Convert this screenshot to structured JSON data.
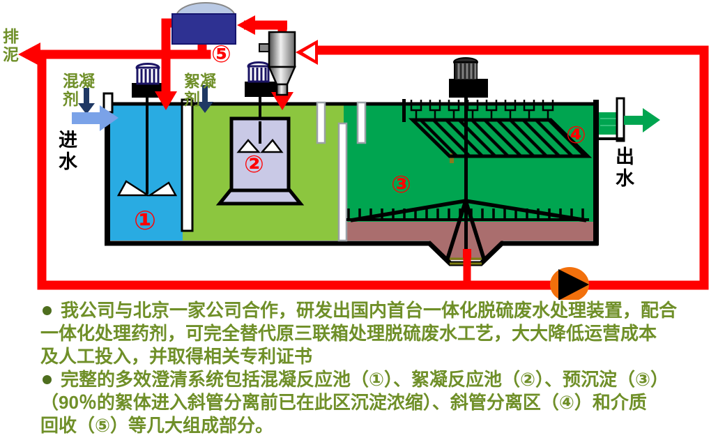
{
  "colors": {
    "pipe": "#ff0000",
    "tank1_water": "#29abe2",
    "tank2_water": "#8cc63f",
    "tank3_water": "#00a550",
    "sludge": "#aa6e6e",
    "pump_body": "#f2700c",
    "recovery_unit": "#2e3192",
    "recovery_dome": "#b9c9e4",
    "dosing_arrow": "#1f3864",
    "inlet_arrow": "#7aa2e8",
    "outlet_water": "#00a550",
    "text_green": "#6f8f28",
    "number_red": "#ff0000"
  },
  "diagram": {
    "labels": {
      "sludge_discharge": "排\n泥",
      "coagulant": "混凝\n剂",
      "flocculant": "絮凝\n剂",
      "inlet": "进\n水",
      "outlet": "出\n水",
      "num1": "①",
      "num2": "②",
      "num3": "③",
      "num4": "④",
      "num5": "⑤"
    }
  },
  "bullets": [
    {
      "lines": [
        "我公司与北京一家公司合作，研发出国内首台一体化脱硫废水处理装置，配合",
        "一体化处理药剂，可完全替代原三联箱处理脱硫废水工艺，大大降低运营成本",
        "及人工投入，并取得相关专利证书"
      ]
    },
    {
      "lines": [
        "完整的多效澄清系统包括混凝反应池（①）、絮凝反应池（②）、预沉淀（③）",
        "（90％的絮体进入斜管分离前已在此区沉淀浓缩）、斜管分离区（④）和介质",
        "回收（⑤）等几大组成部分。"
      ]
    }
  ]
}
